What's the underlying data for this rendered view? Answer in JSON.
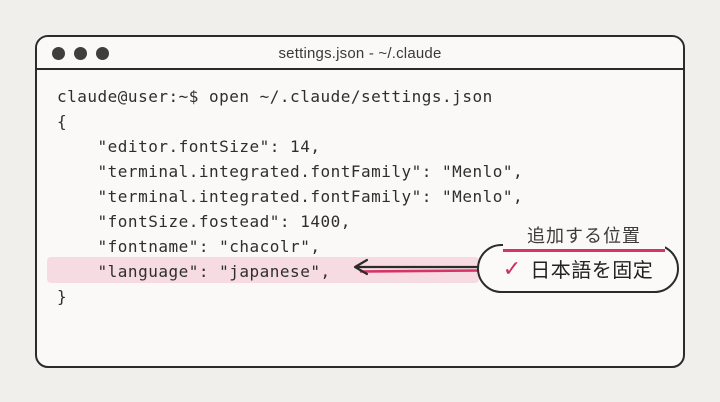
{
  "window": {
    "title": "settings.json - ~/.claude"
  },
  "terminal": {
    "lines": [
      "claude@user:~$ open ~/.claude/settings.json",
      "{",
      "    \"editor.fontSize\": 14,",
      "    \"terminal.integrated.fontFamily\": \"Menlo\",",
      "    \"terminal.integrated.fontFamily\": \"Menlo\",",
      "    \"fontSize.fostead\": 1400,",
      "    \"fontname\": \"chacolr\",",
      "    \"language\": \"japanese\",",
      "}"
    ],
    "highlighted_line": "    \"language\": \"japanese\","
  },
  "annotation": {
    "label": "追加する位置",
    "check_icon": "✓",
    "callout_text": "日本語を固定"
  },
  "colors": {
    "accent_pink": "#d6336c",
    "highlight_pink": "#f6dce2",
    "border_dark": "#2b2b2b",
    "page_background": "#f1efec",
    "window_background": "#faf9f7"
  }
}
